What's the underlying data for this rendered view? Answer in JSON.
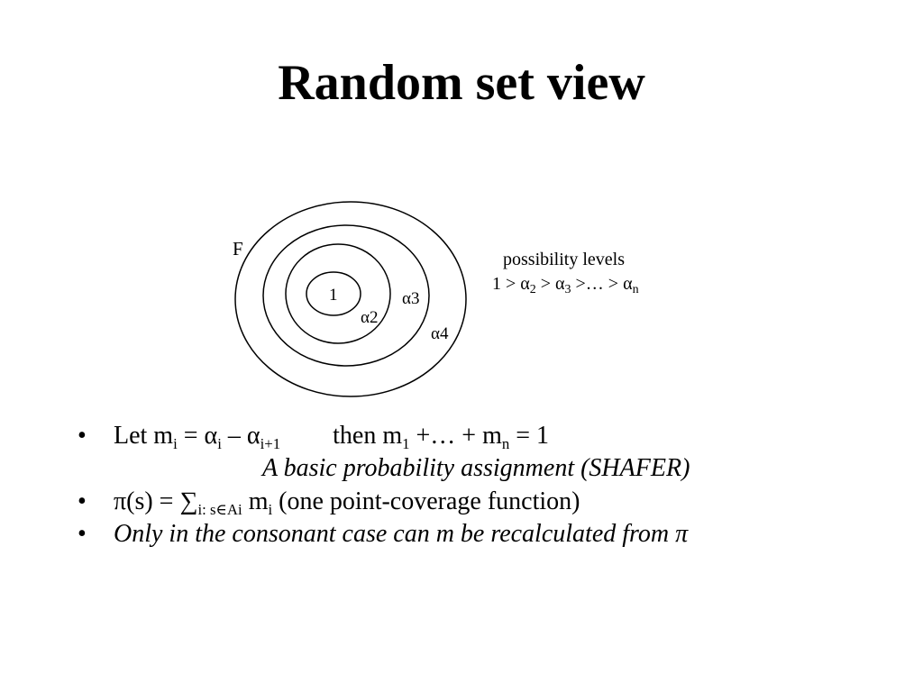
{
  "slide": {
    "title": "Random set view"
  },
  "diagram": {
    "label_F": "F",
    "label_core": "1",
    "label_alpha2": "α2",
    "label_alpha3": "α3",
    "label_alpha4": "α4",
    "levels_title": "possibility levels",
    "levels_prefix": "1 > α",
    "levels_sub2": "2",
    "levels_mid": " > α",
    "levels_sub3": "3",
    "levels_suffix": " >… > α",
    "levels_subn": "n"
  },
  "bullets": {
    "b1": {
      "bullet": "•",
      "t1": "Let m",
      "s1": "i",
      "t2": " = α",
      "s2": "i",
      "t3": " – α",
      "s3": "i+1",
      "t4": "then m",
      "s4": "1",
      "t5": " +… + m",
      "s5": "n",
      "t6": " = 1",
      "sub": "A basic probability assignment (SHAFER)"
    },
    "b2": {
      "bullet": "•",
      "t1": "π(s) = ∑",
      "s1": "i: s∈Ai",
      "t2": " m",
      "s2": "i",
      "t3": " (one point-coverage function)"
    },
    "b3": {
      "bullet": "•",
      "text": "Only in the consonant case can m be recalculated from π"
    }
  }
}
